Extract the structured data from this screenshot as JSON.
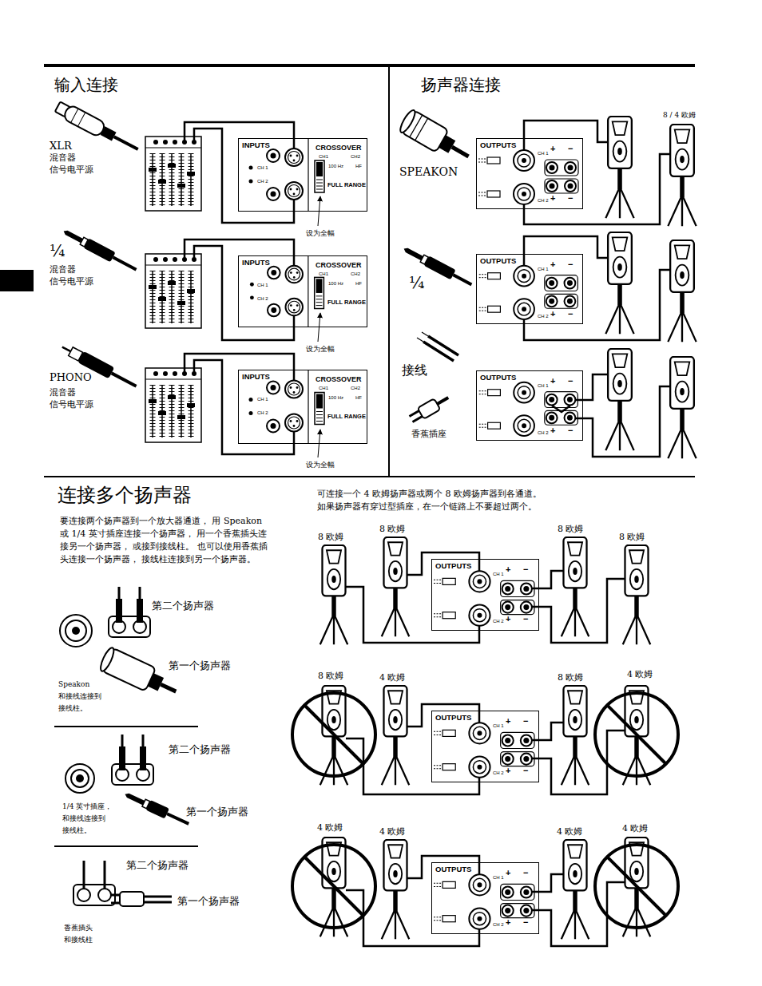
{
  "diagram": {
    "nodes": [
      {
        "text": [
          "INPUTS",
          "CH 1",
          "CH 2",
          "CROSSOVER",
          "CH1",
          "CH2",
          "100 Hz",
          "HF",
          "FULL RANGE"
        ]
      },
      {
        "text": [
          "INPUTS",
          "CH 1",
          "CH 2",
          "CROSSOVER",
          "CH1",
          "CH2",
          "100 Hz",
          "HF",
          "FULL RANGE"
        ]
      },
      {
        "text": [
          "INPUTS",
          "CH 1",
          "CH 2",
          "CROSSOVER",
          "CH1",
          "CH2",
          "100 Hz",
          "HF",
          "FULL RANGE"
        ]
      },
      {
        "text": [
          "OUTPUTS",
          "CH 1",
          "+",
          "−",
          "CH 2",
          "+",
          "−"
        ]
      },
      {
        "text": [
          "OUTPUTS",
          "CH 1",
          "+",
          "−",
          "CH 2",
          "+",
          "−"
        ]
      },
      {
        "text": [
          "OUTPUTS",
          "CH 1",
          "+",
          "−",
          "CH 2",
          "+",
          "−"
        ]
      },
      {
        "text": [
          "OUTPUTS",
          "CH 1",
          "+",
          "−",
          "CH 2",
          "+",
          "−"
        ]
      },
      {
        "text": [
          "OUTPUTS",
          "CH 1",
          "+",
          "−",
          "CH 2",
          "+",
          "−"
        ]
      },
      {
        "text": [
          "OUTPUTS",
          "CH 1",
          "+",
          "−",
          "CH 2",
          "+",
          "−"
        ]
      }
    ],
    "labels": [
      "输入连接",
      "扬声器连接",
      "XLR",
      "混音器",
      "信号电平源",
      "设为全幅",
      "¼",
      "混音器",
      "信号电平源",
      "设为全幅",
      "PHONO",
      "混音器",
      "信号电平源",
      "设为全幅",
      "8 / 4 欧姆",
      "SPEAKON",
      "¼",
      "接线",
      "香蕉插座",
      "连接多个扬声器",
      "要连接两个扬声器到一个放大器通道， 用 Speakon 或 1/4 英寸插座连接一个扬声器， 用一个香蕉插头连接另一个扬声器， 或接到接线柱。 也可以使用香蕉插头连接一个扬声器， 接线柱连接到另一个扬声器。",
      "可连接一个 4 欧姆扬声器或两个 8 欧姆扬声器到各通道。",
      "如果扬声器有穿过型插座，在一个链路上不要超过两个。",
      "8 欧姆",
      "8 欧姆",
      "8 欧姆",
      "8 欧姆",
      "8 欧姆",
      "4 欧姆",
      "8 欧姆",
      "4 欧姆",
      "4 欧姆",
      "4 欧姆",
      "4 欧姆",
      "4 欧姆",
      "第二个扬声器",
      "第一个扬声器",
      "Speakon 和接线连接到 接线柱。",
      "第二个扬声器",
      "1/4 英寸插座， 和接线连接到 接线柱。",
      "第一个扬声器",
      "第二个扬声器",
      "第一个扬声器",
      "香蕉插头 和接线柱"
    ]
  }
}
